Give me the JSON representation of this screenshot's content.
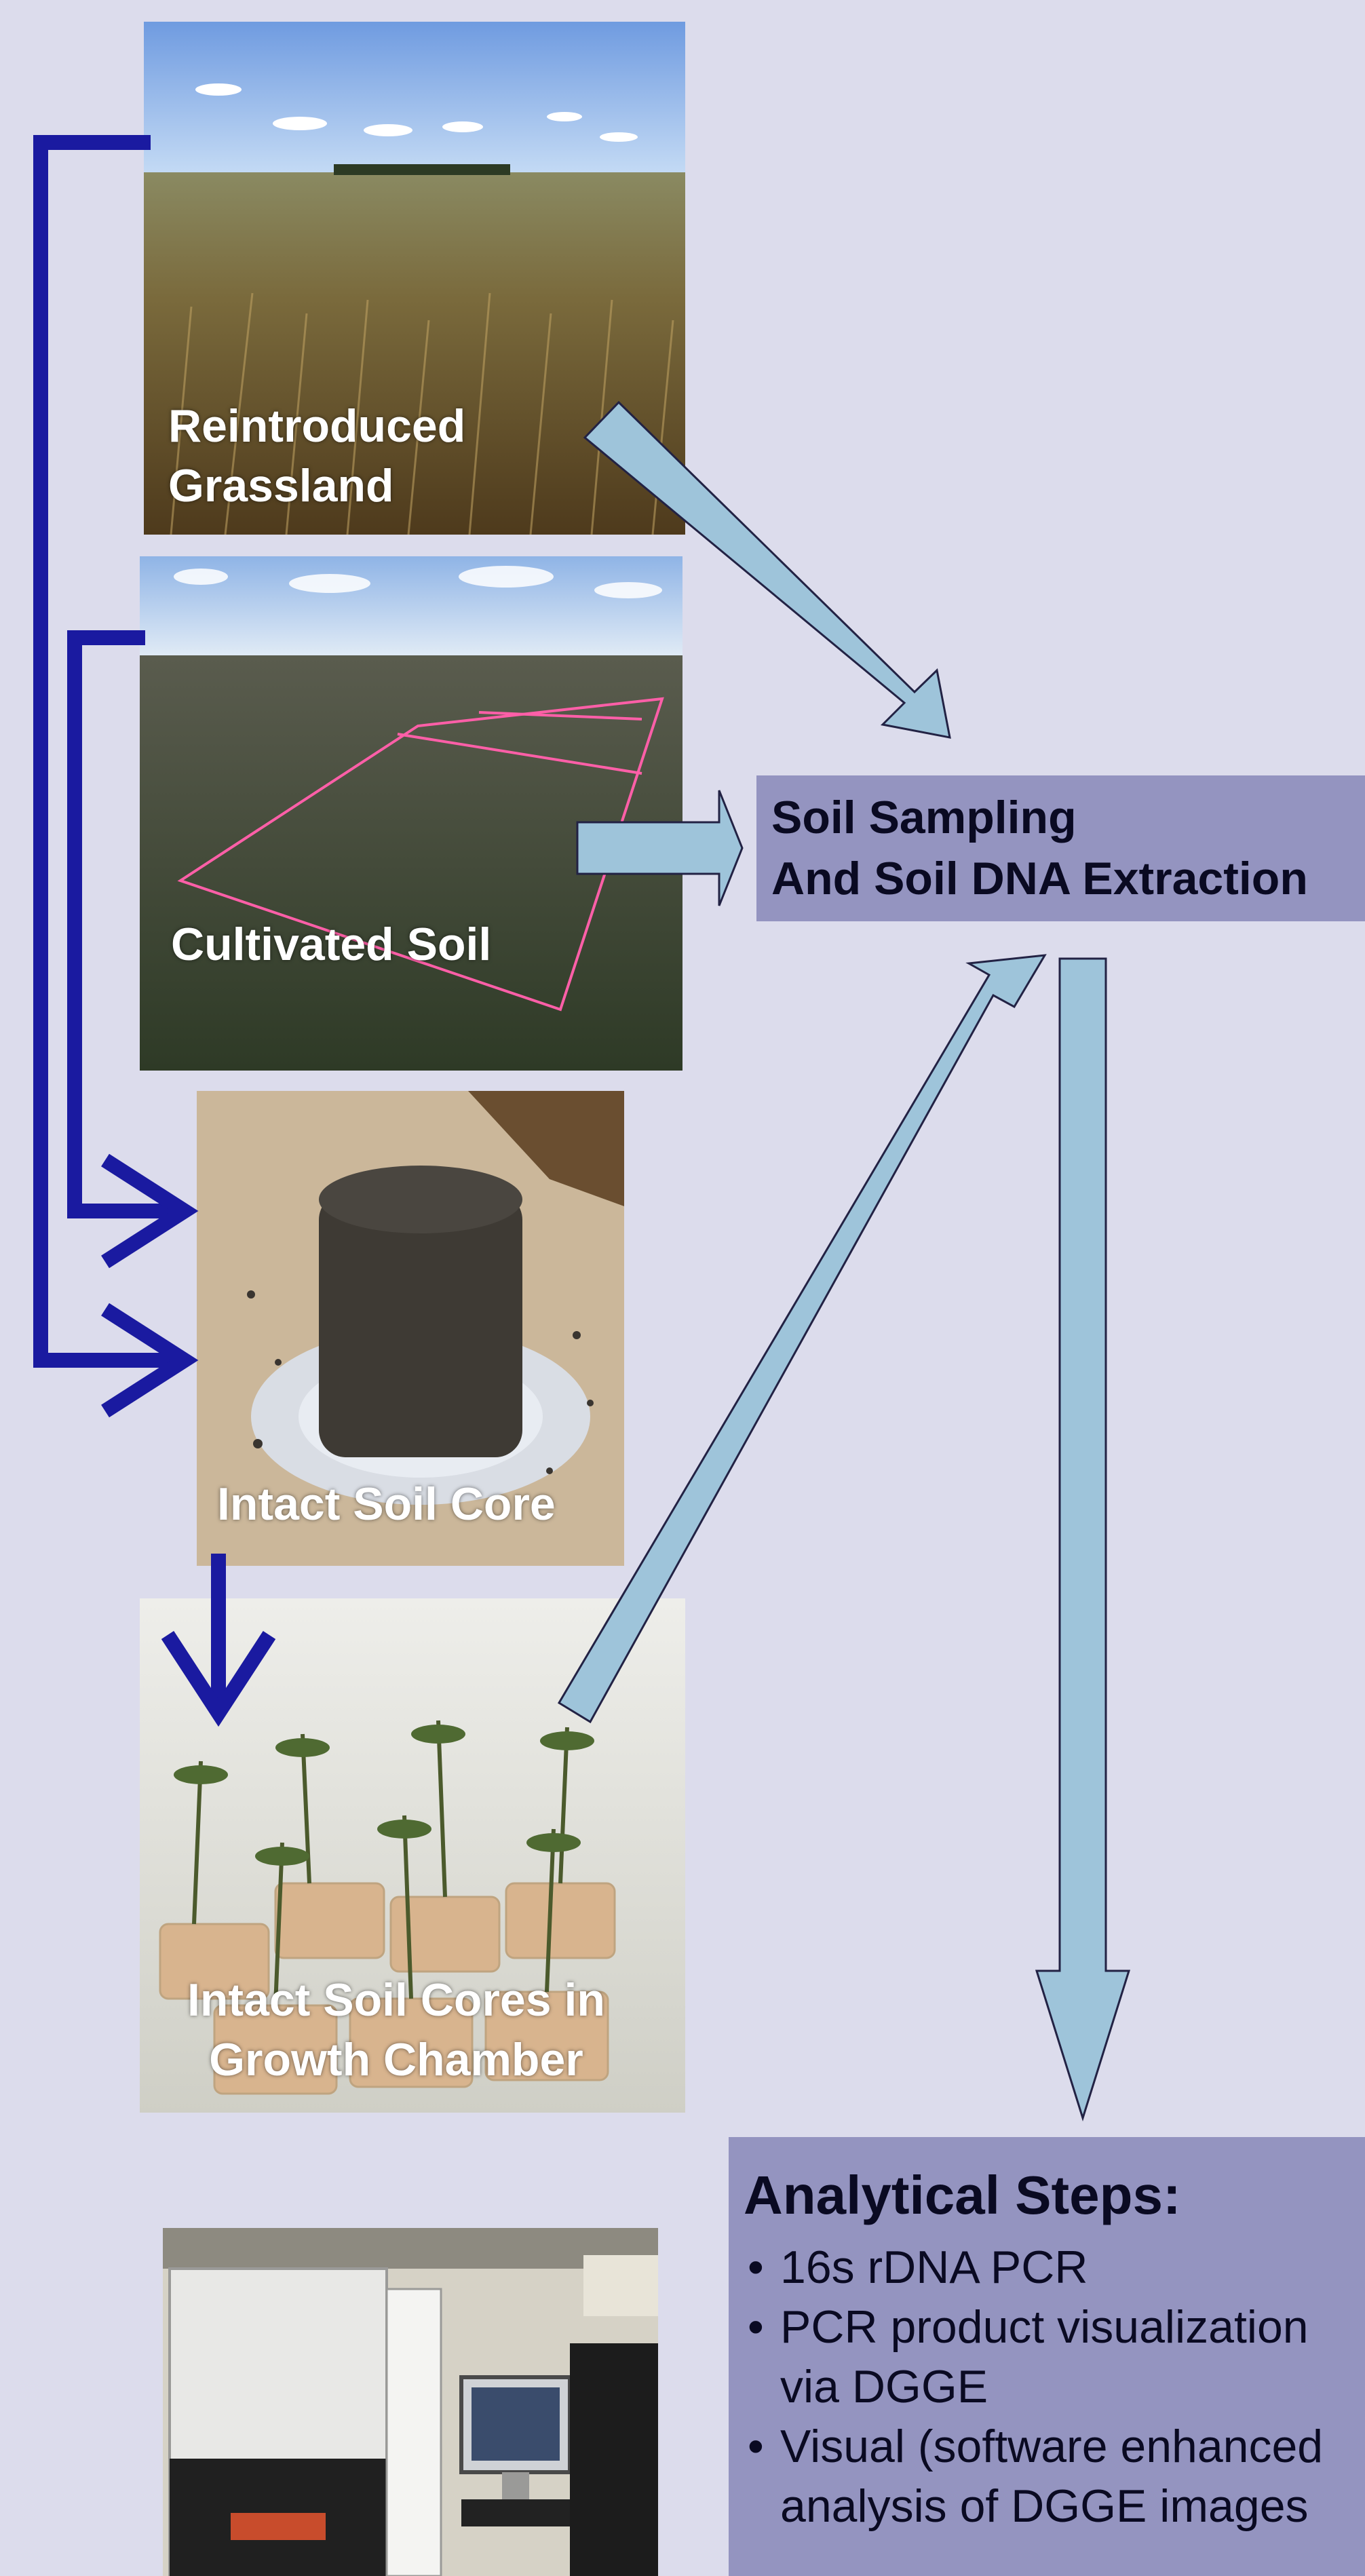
{
  "photos": {
    "grassland": {
      "caption_line1": "Reintroduced",
      "caption_line2": "Grassland"
    },
    "cultivated": {
      "caption": "Cultivated Soil"
    },
    "core": {
      "caption": "Intact Soil Core"
    },
    "chamber": {
      "caption_line1": "Intact Soil Cores in",
      "caption_line2": "Growth Chamber"
    },
    "gel_equipment": {}
  },
  "soil_box": {
    "line1": "Soil Sampling",
    "line2": "And Soil DNA Extraction"
  },
  "analysis_box": {
    "title": "Analytical Steps:",
    "bullet_symbol": "•",
    "items": [
      {
        "line1": "16s rDNA PCR",
        "line2": ""
      },
      {
        "line1": "PCR product visualization",
        "line2": "via DGGE"
      },
      {
        "line1": "Visual (software enhanced",
        "line2": "analysis of DGGE images"
      }
    ]
  },
  "colors": {
    "background": "#dcdcec",
    "box_fill": "#9494c0",
    "big_arrow_fill": "#9ec4da",
    "big_arrow_stroke": "#222244",
    "connector": "#1a1aa0"
  }
}
